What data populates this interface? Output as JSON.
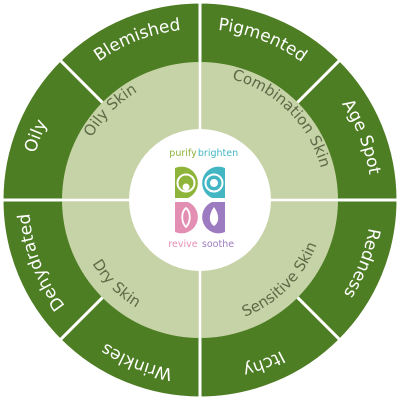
{
  "outer_segments": [
    {
      "label": "Pigmented"
    },
    {
      "label": "Age Spot"
    },
    {
      "label": "Redness"
    },
    {
      "label": "Itchy"
    },
    {
      "label": "Wrinkles"
    },
    {
      "label": "Dehydrated"
    },
    {
      "label": "Oily"
    },
    {
      "label": "Blemished"
    }
  ],
  "inner_segments": [
    {
      "label": "Combination Skin"
    },
    {
      "label": "Sensitive Skin"
    },
    {
      "label": "Dry Skin"
    },
    {
      "label": "Oily Skin"
    }
  ],
  "logo": {
    "purify": "purify",
    "brighten": "brighten",
    "revive": "revive",
    "soothe": "soothe"
  },
  "colors": {
    "outer_ring": "#4e7e24",
    "inner_ring": "#c6d3a6",
    "center": "#ffffff",
    "purify": "#8fb43a",
    "brighten": "#43b6c3",
    "revive": "#e38fb3",
    "soothe": "#9d7bc0"
  }
}
